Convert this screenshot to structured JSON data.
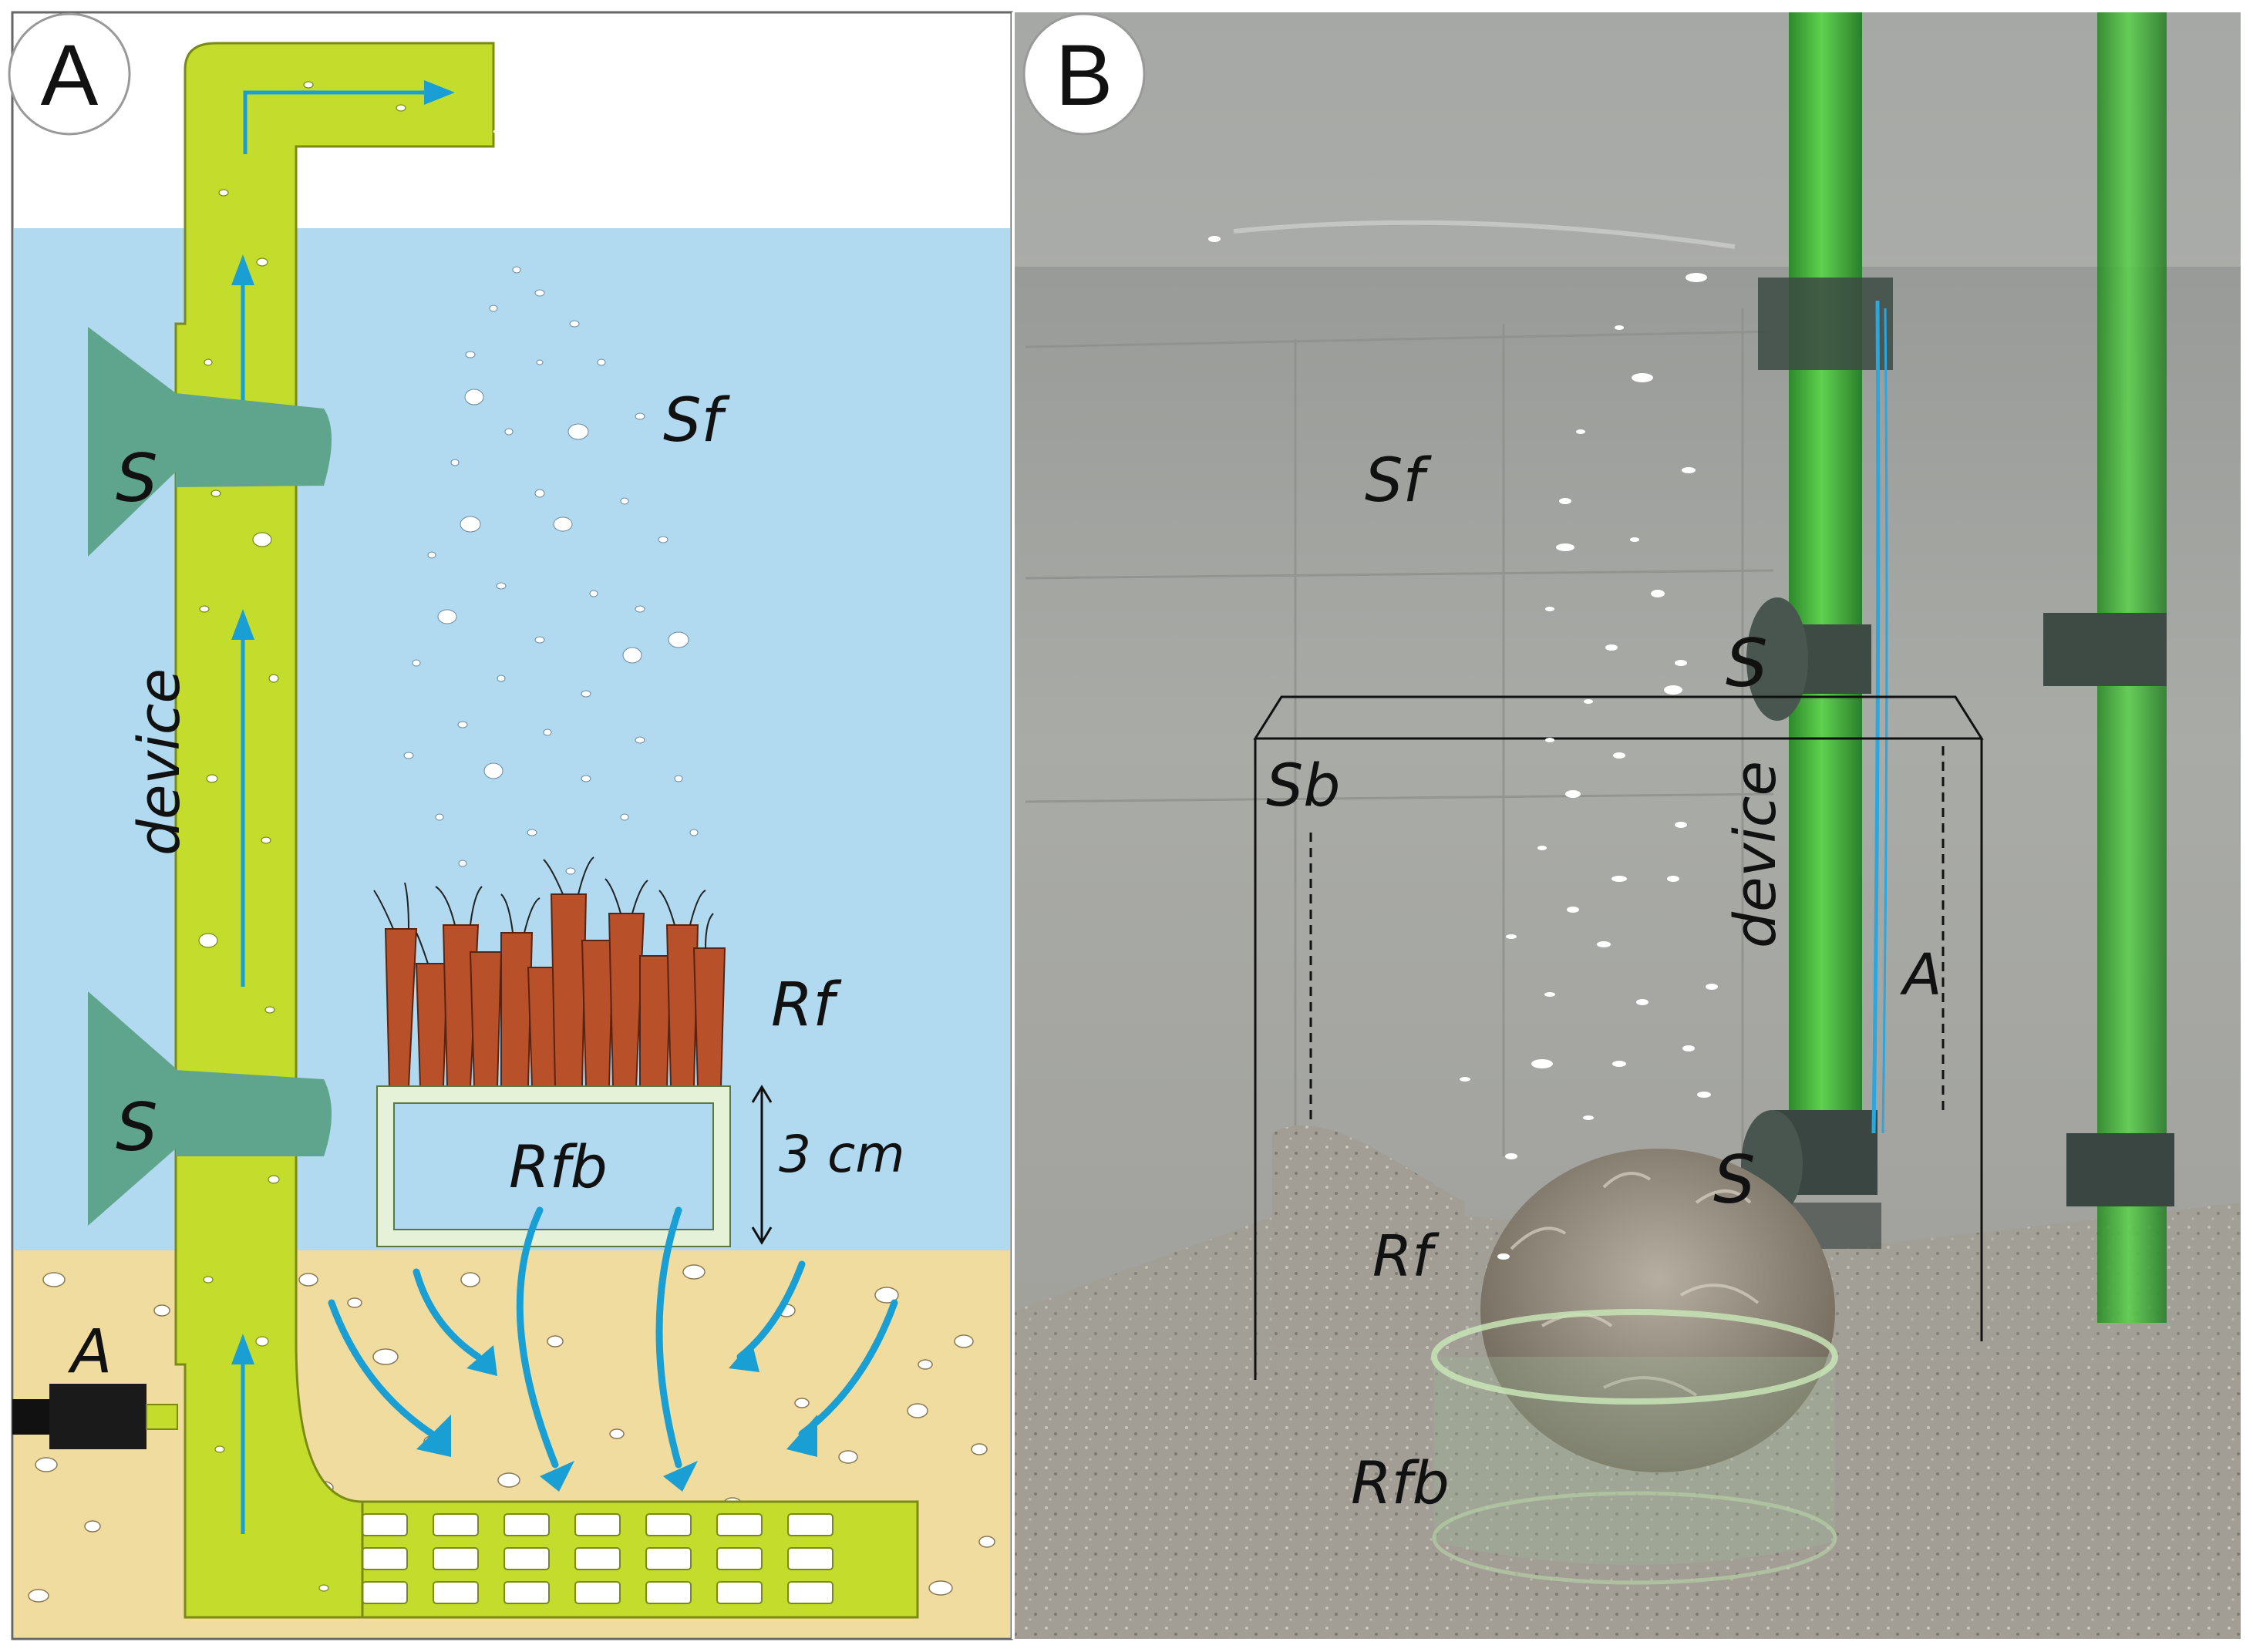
{
  "panels": [
    {
      "letter": "A",
      "labels": {
        "sf": "Sf",
        "rf": "Rf",
        "rfb": "Rfb",
        "device": "device",
        "s_top": "S",
        "s_bottom": "S",
        "a": "A",
        "distance": "3 cm"
      }
    },
    {
      "letter": "B",
      "labels": {
        "sf": "Sf",
        "sb": "Sb",
        "s_top": "S",
        "s_bottom": "S",
        "device": "device",
        "a": "A",
        "rf": "Rf",
        "rfb": "Rfb"
      }
    }
  ],
  "colors": {
    "water": "#b1d9ef",
    "sand": "#f0dc9e",
    "pipe": "#c4dd2c",
    "suction_cup": "#5fa58e",
    "flow_arrow": "#1a9fd4",
    "polyp": "#b8502a",
    "photo_background": "#a9a9a5",
    "green_tube": "#3fb33a"
  }
}
